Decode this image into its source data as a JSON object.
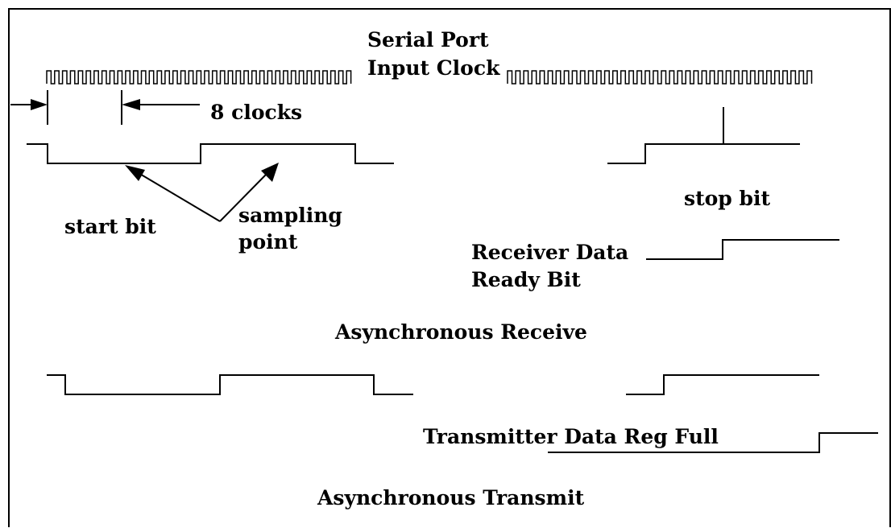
{
  "labels": {
    "clock_line1": "Serial Port",
    "clock_line2": "Input Clock",
    "eight_clocks": "8 clocks",
    "start_bit": "start bit",
    "sampling_line1": "sampling",
    "sampling_line2": "point",
    "stop_bit": "stop bit",
    "rdr_line1": "Receiver Data",
    "rdr_line2": "Ready Bit",
    "receive_title": "Asynchronous Receive",
    "tdr_full": "Transmitter Data Reg Full",
    "transmit_title": "Asynchronous Transmit"
  },
  "clock_trains": [
    {
      "name": "clock-train-left",
      "pulses": 39
    },
    {
      "name": "clock-train-right",
      "pulses": 38
    }
  ],
  "colors": {
    "ink": "#000000",
    "background": "#ffffff"
  }
}
